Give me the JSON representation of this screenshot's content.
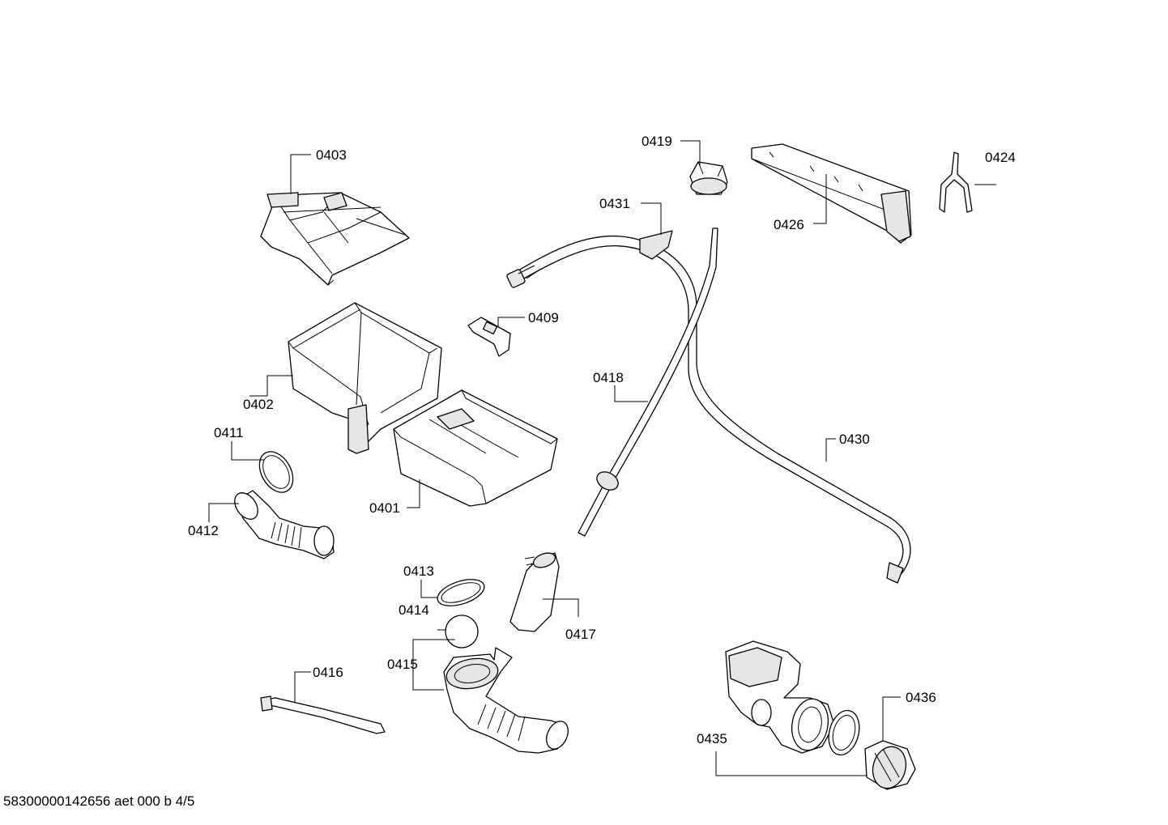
{
  "parts": {
    "p0401": "0401",
    "p0402": "0402",
    "p0403": "0403",
    "p0409": "0409",
    "p0411": "0411",
    "p0412": "0412",
    "p0413": "0413",
    "p0414": "0414",
    "p0415": "0415",
    "p0416": "0416",
    "p0417": "0417",
    "p0418": "0418",
    "p0419": "0419",
    "p0424": "0424",
    "p0426": "0426",
    "p0430": "0430",
    "p0431": "0431",
    "p0435": "0435",
    "p0436": "0436"
  },
  "footer": "58300000142656 aet 000 b 4/5"
}
